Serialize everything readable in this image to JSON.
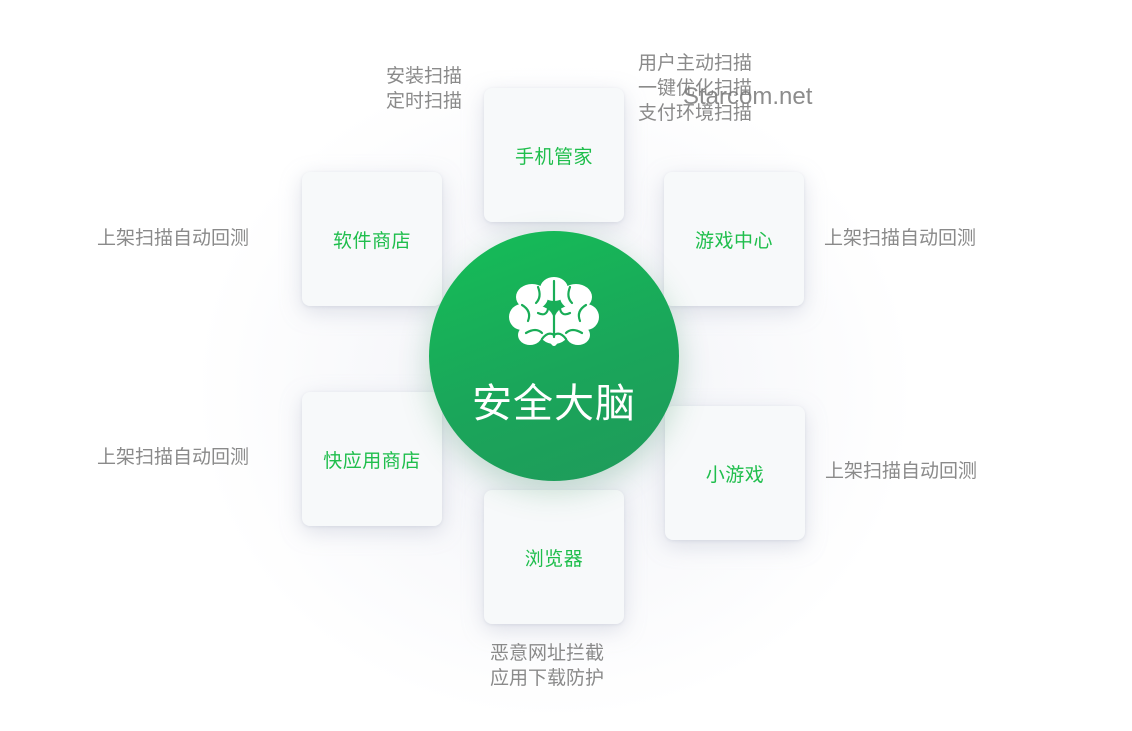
{
  "center": {
    "title": "安全大脑",
    "icon": "brain-icon"
  },
  "cards": {
    "phone": {
      "label": "手机管家"
    },
    "software": {
      "label": "软件商店"
    },
    "game_center": {
      "label": "游戏中心"
    },
    "quick_app": {
      "label": "快应用商店"
    },
    "mini_game": {
      "label": "小游戏"
    },
    "browser": {
      "label": "浏览器"
    }
  },
  "notes": {
    "phone_left": [
      "安装扫描",
      "定时扫描"
    ],
    "phone_right": [
      "用户主动扫描",
      "一键优化扫描",
      "支付环境扫描"
    ],
    "software": "上架扫描自动回测",
    "game_center": "上架扫描自动回测",
    "quick_app": "上架扫描自动回测",
    "mini_game": "上架扫描自动回测",
    "browser": [
      "恶意网址拦截",
      "应用下载防护"
    ]
  },
  "watermark": "Starcom.net",
  "colors": {
    "accent_green": "#1fbe4c",
    "hub_green": "#15be57",
    "note_gray": "#8a8a8a",
    "card_bg": "#f7f9fa"
  }
}
